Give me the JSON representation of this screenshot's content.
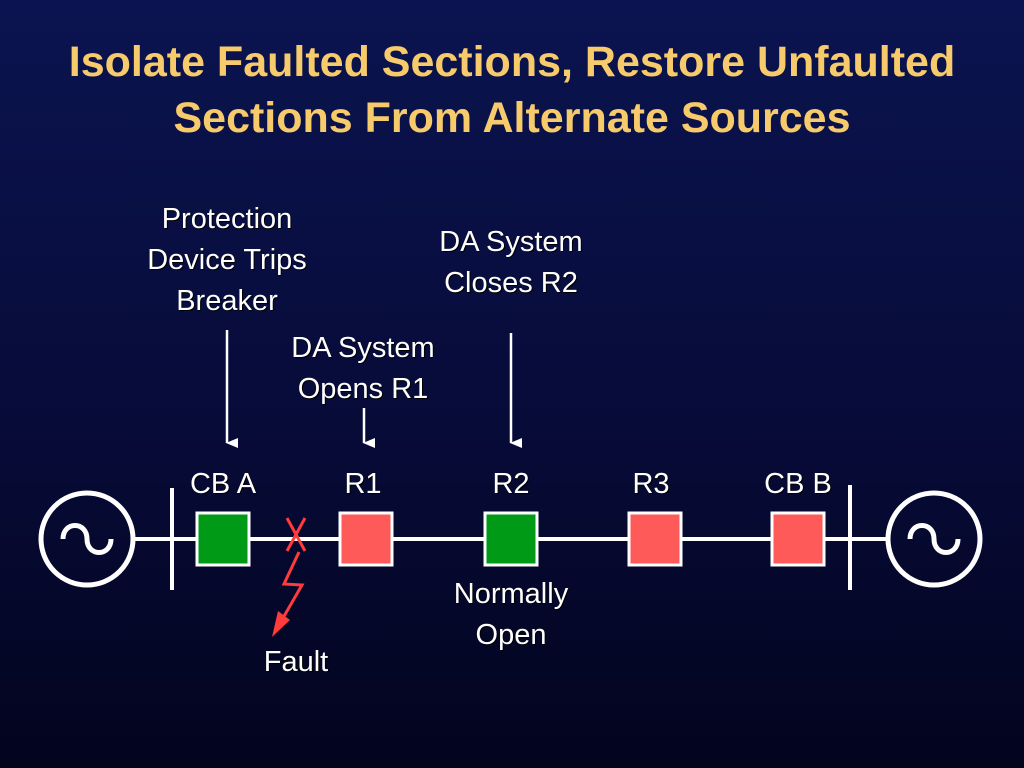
{
  "title": {
    "line1": "Isolate Faulted Sections, Restore Unfaulted",
    "line2": "Sections From Alternate Sources"
  },
  "annotations": {
    "protection": [
      "Protection",
      "Device Trips",
      "Breaker"
    ],
    "closes_r2": [
      "DA System",
      "Closes R2"
    ],
    "opens_r1": [
      "DA System",
      "Opens R1"
    ]
  },
  "devices": [
    {
      "label": "CB A",
      "state": "closed",
      "color": "#009a17"
    },
    {
      "label": "R1",
      "state": "open",
      "color": "#ff5a5a"
    },
    {
      "label": "R2",
      "state": "closed",
      "color": "#009a17"
    },
    {
      "label": "R3",
      "state": "open",
      "color": "#ff5a5a"
    },
    {
      "label": "CB B",
      "state": "open",
      "color": "#ff5a5a"
    }
  ],
  "normally_open": [
    "Normally",
    "Open"
  ],
  "fault_label": "Fault",
  "colors": {
    "title": "#f7cb6b",
    "closed": "#009a17",
    "open": "#ff5a5a",
    "fault": "#ff4444",
    "line": "#ffffff"
  }
}
